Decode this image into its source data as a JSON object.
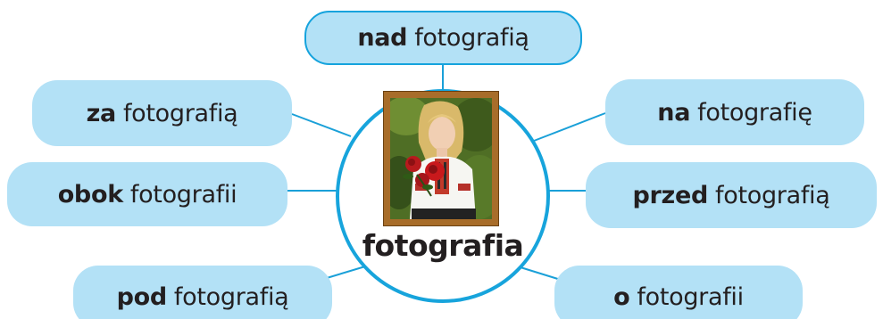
{
  "colors": {
    "pill_fill": "#b3e1f6",
    "circle_stroke": "#17a4dc",
    "connector": "#1aa0d8",
    "frame": "#a86d2a",
    "text": "#231f20"
  },
  "center": {
    "label": "fotografia",
    "image_icon": "framed-photo-of-girl-with-roses"
  },
  "phrases": {
    "top": {
      "keyword": "nad",
      "word": "fotografią"
    },
    "left_1": {
      "keyword": "za",
      "word": "fotografią"
    },
    "left_2": {
      "keyword": "obok",
      "word": "fotografii"
    },
    "left_3": {
      "keyword": "pod",
      "word": "fotografią"
    },
    "right_1": {
      "keyword": "na",
      "word": "fotografię"
    },
    "right_2": {
      "keyword": "przed",
      "word": "fotografią"
    },
    "right_3": {
      "keyword": "o",
      "word": "fotografii"
    }
  }
}
